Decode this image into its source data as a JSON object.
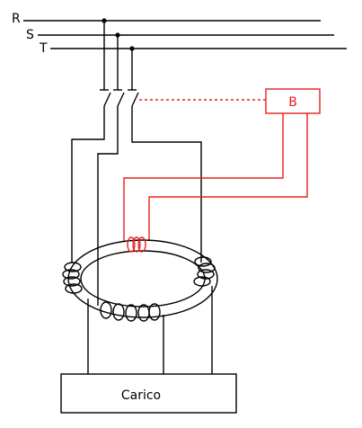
{
  "phases": [
    "R",
    "S",
    "T"
  ],
  "relay_label": "B",
  "load_label": "Carico",
  "colors": {
    "wiring": "#000000",
    "relay": "#e8201e",
    "background": "#ffffff"
  }
}
